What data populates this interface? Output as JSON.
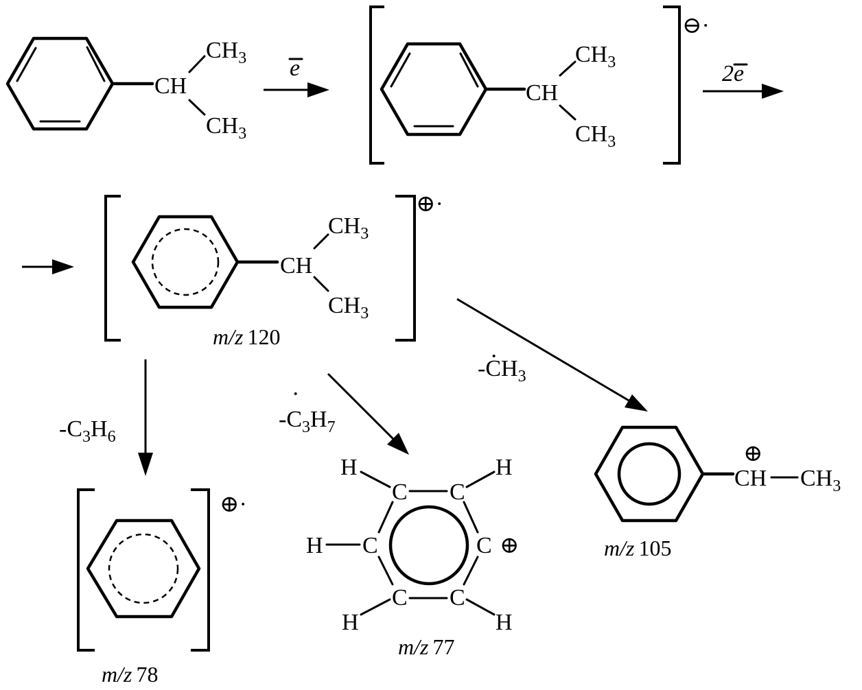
{
  "groups": {
    "ch": "CH",
    "ch3": "CH",
    "three": "3",
    "c": "C",
    "h": "H"
  },
  "arrows": {
    "electron": "e",
    "two_electron": "2e",
    "loss_ch3_prefix": "-",
    "loss_ch3_group": "CH",
    "loss_ch3_sub": "3",
    "loss_c3h6_prefix": "-C",
    "loss_c3h6_sub1": "3",
    "loss_c3h6_h": "H",
    "loss_c3h6_sub2": "6",
    "loss_c3h7_prefix": "-C",
    "loss_c3h7_sub1": "3",
    "loss_c3h7_h": "H",
    "loss_c3h7_sub2": "7"
  },
  "charges": {
    "anion_radical": "⊖·",
    "cation_radical": "⊕·",
    "cation": "⊕",
    "radical_dot": "·"
  },
  "labels": {
    "mz_prefix": "m/z",
    "mz120": "120",
    "mz78": "78",
    "mz77": "77",
    "mz105": "105"
  }
}
